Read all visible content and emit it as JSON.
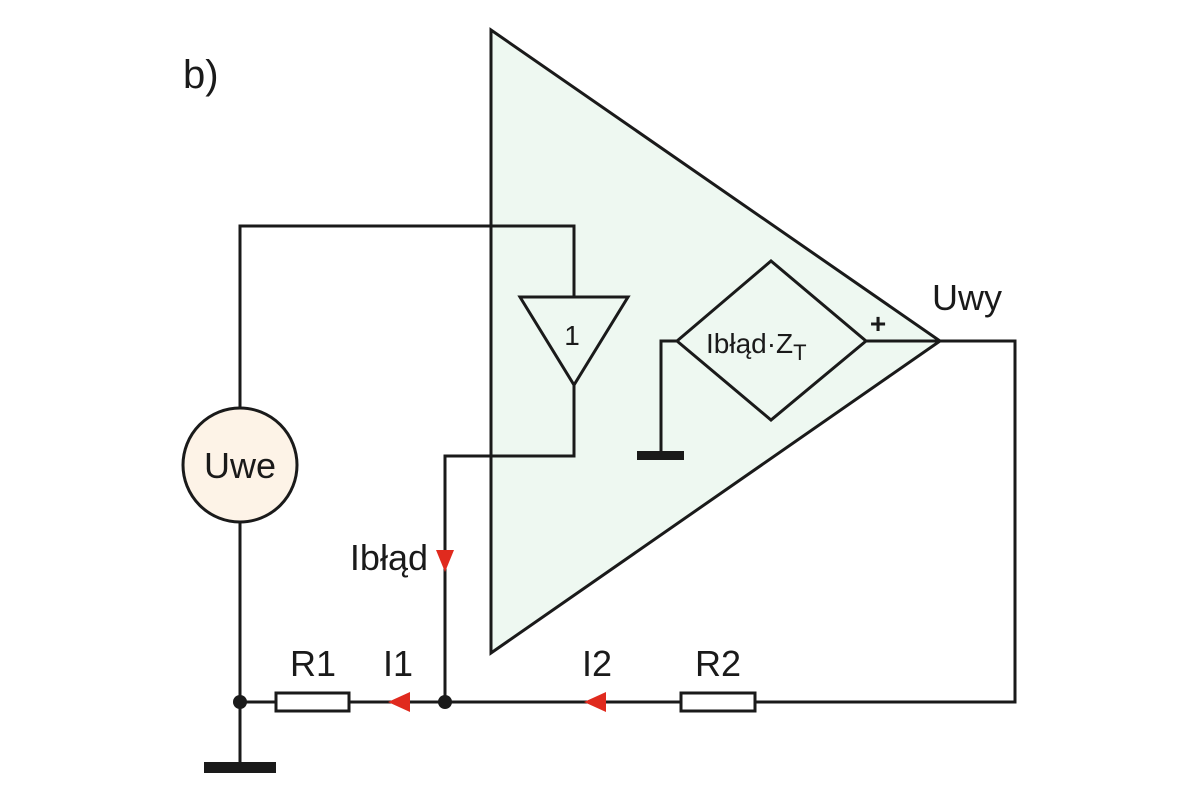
{
  "figure_label": "b)",
  "source": {
    "label": "Uwe"
  },
  "buffer": {
    "gain_label": "1"
  },
  "transimpedance": {
    "label_main": "Ibłąd·Z",
    "label_sub": "T",
    "polarity": "+"
  },
  "output": {
    "label": "Uwy"
  },
  "currents": {
    "error": "Ibłąd",
    "i1": "I1",
    "i2": "I2"
  },
  "resistors": {
    "r1": "R1",
    "r2": "R2"
  },
  "colors": {
    "amp_fill": "#eef8f1",
    "source_fill": "#fdf3e7",
    "arrow": "#e02a1e",
    "line": "#1a1a1a"
  }
}
